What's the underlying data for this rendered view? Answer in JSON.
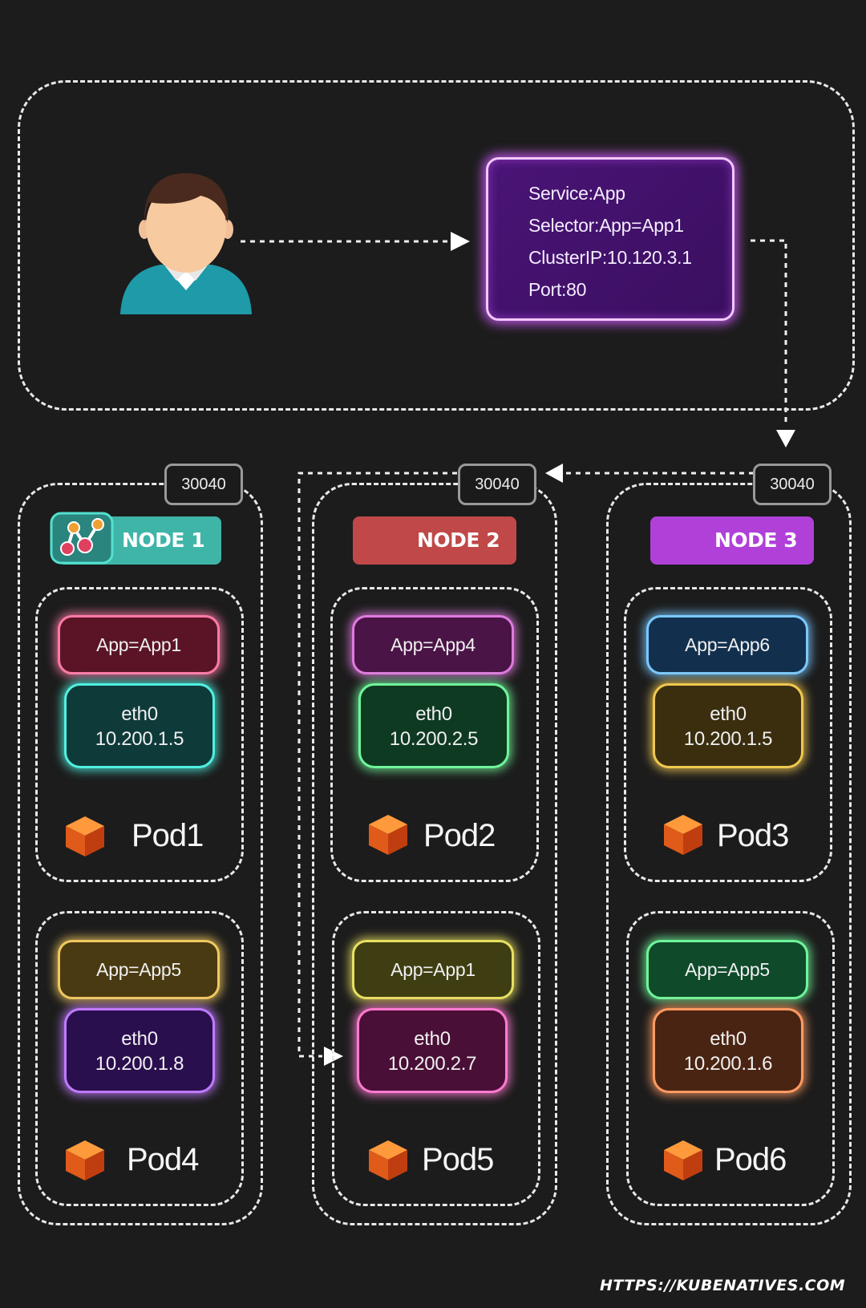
{
  "service": {
    "lines": [
      "Service:App",
      "Selector:App=App1",
      "ClusterIP:10.120.3.1",
      "Port:80"
    ]
  },
  "nodes": [
    {
      "label": "NODE 1",
      "color": "#3fb5a8",
      "port": "30040",
      "pods": [
        {
          "app": "App=App1",
          "iface": "eth0",
          "ip": "10.200.1.5",
          "name": "Pod1",
          "app_border": "#ff7aa8",
          "app_bg": "#5a1426",
          "eth_border": "#4ff0e0",
          "eth_bg": "#0f3a3a"
        },
        {
          "app": "App=App5",
          "iface": "eth0",
          "ip": "10.200.1.8",
          "name": "Pod4",
          "app_border": "#f0c860",
          "app_bg": "#4a3a12",
          "eth_border": "#c07aff",
          "eth_bg": "#2a0f4f"
        }
      ]
    },
    {
      "label": "NODE 2",
      "color": "#c04848",
      "port": "30040",
      "pods": [
        {
          "app": "App=App4",
          "iface": "eth0",
          "ip": "10.200.2.5",
          "name": "Pod2",
          "app_border": "#e07adf",
          "app_bg": "#4a1446",
          "eth_border": "#6ff59a",
          "eth_bg": "#0f3a22"
        },
        {
          "app": "App=App1",
          "iface": "eth0",
          "ip": "10.200.2.7",
          "name": "Pod5",
          "app_border": "#e8e060",
          "app_bg": "#3e3e12",
          "eth_border": "#ff7ad0",
          "eth_bg": "#4a0f36"
        }
      ]
    },
    {
      "label": "NODE 3",
      "color": "#b040d8",
      "port": "30040",
      "pods": [
        {
          "app": "App=App6",
          "iface": "eth0",
          "ip": "10.200.1.5",
          "name": "Pod3",
          "app_border": "#7ac8ff",
          "app_bg": "#12304e",
          "eth_border": "#f0c850",
          "eth_bg": "#3a2e0f"
        },
        {
          "app": "App=App5",
          "iface": "eth0",
          "ip": "10.200.1.6",
          "name": "Pod6",
          "app_border": "#6ff59a",
          "app_bg": "#0f4a2a",
          "eth_border": "#ff9a60",
          "eth_bg": "#4a2412"
        }
      ]
    }
  ],
  "credit": "HTTPS://KUBENATIVES.COM"
}
